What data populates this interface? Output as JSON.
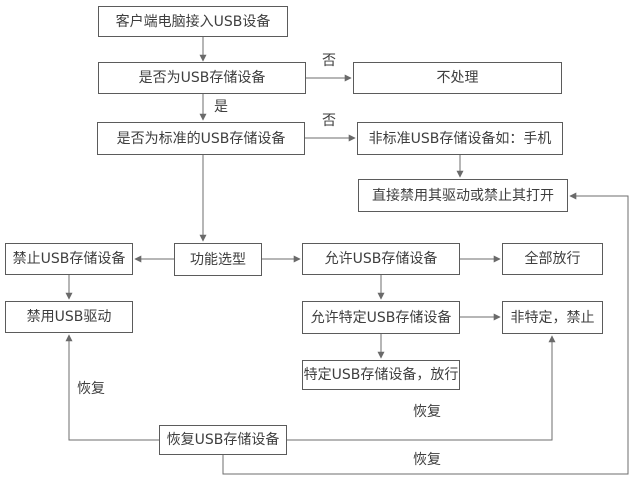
{
  "diagram_type": "flowchart",
  "nodes": {
    "client_connect": {
      "label": "客户端电脑接入USB设备"
    },
    "is_usb_storage": {
      "label": "是否为USB存储设备"
    },
    "no_action": {
      "label": "不处理"
    },
    "is_standard_usb": {
      "label": "是否为标准的USB存储设备"
    },
    "non_standard_usb": {
      "label": "非标准USB存储设备如：手机"
    },
    "disable_drive_or_open": {
      "label": "直接禁用其驱动或禁止其打开"
    },
    "prohibit_usb_storage": {
      "label": "禁止USB存储设备"
    },
    "function_select": {
      "label": "功能选型"
    },
    "allow_usb_storage": {
      "label": "允许USB存储设备"
    },
    "allow_all": {
      "label": "全部放行"
    },
    "disable_usb_driver": {
      "label": "禁用USB驱动"
    },
    "allow_specific_usb": {
      "label": "允许特定USB存储设备"
    },
    "non_specific_prohibit": {
      "label": "非特定，禁止"
    },
    "specific_usb_allow": {
      "label": "特定USB存储设备，放行"
    },
    "restore_usb_storage": {
      "label": "恢复USB存储设备"
    }
  },
  "edge_labels": {
    "no_1": "否",
    "yes_1": "是",
    "no_2": "否",
    "restore_left": "恢复",
    "restore_mid": "恢复",
    "restore_bottom": "恢复"
  },
  "edges": [
    {
      "from": "client_connect",
      "to": "is_usb_storage",
      "label": ""
    },
    {
      "from": "is_usb_storage",
      "to": "no_action",
      "label": "否"
    },
    {
      "from": "is_usb_storage",
      "to": "is_standard_usb",
      "label": "是"
    },
    {
      "from": "is_standard_usb",
      "to": "non_standard_usb",
      "label": "否"
    },
    {
      "from": "non_standard_usb",
      "to": "disable_drive_or_open",
      "label": ""
    },
    {
      "from": "is_standard_usb",
      "to": "function_select",
      "label": ""
    },
    {
      "from": "function_select",
      "to": "prohibit_usb_storage",
      "label": ""
    },
    {
      "from": "function_select",
      "to": "allow_usb_storage",
      "label": ""
    },
    {
      "from": "allow_usb_storage",
      "to": "allow_all",
      "label": ""
    },
    {
      "from": "prohibit_usb_storage",
      "to": "disable_usb_driver",
      "label": ""
    },
    {
      "from": "allow_usb_storage",
      "to": "allow_specific_usb",
      "label": ""
    },
    {
      "from": "allow_specific_usb",
      "to": "non_specific_prohibit",
      "label": ""
    },
    {
      "from": "allow_specific_usb",
      "to": "specific_usb_allow",
      "label": ""
    },
    {
      "from": "restore_usb_storage",
      "to": "disable_usb_driver",
      "label": "恢复"
    },
    {
      "from": "restore_usb_storage",
      "to": "non_specific_prohibit",
      "label": "恢复"
    },
    {
      "from": "restore_usb_storage",
      "to": "disable_drive_or_open",
      "label": "恢复"
    }
  ],
  "colors": {
    "background": "#ffffff",
    "box_border": "#5b5b5b",
    "line": "#6e6e6e",
    "text": "#3e3e3e"
  }
}
